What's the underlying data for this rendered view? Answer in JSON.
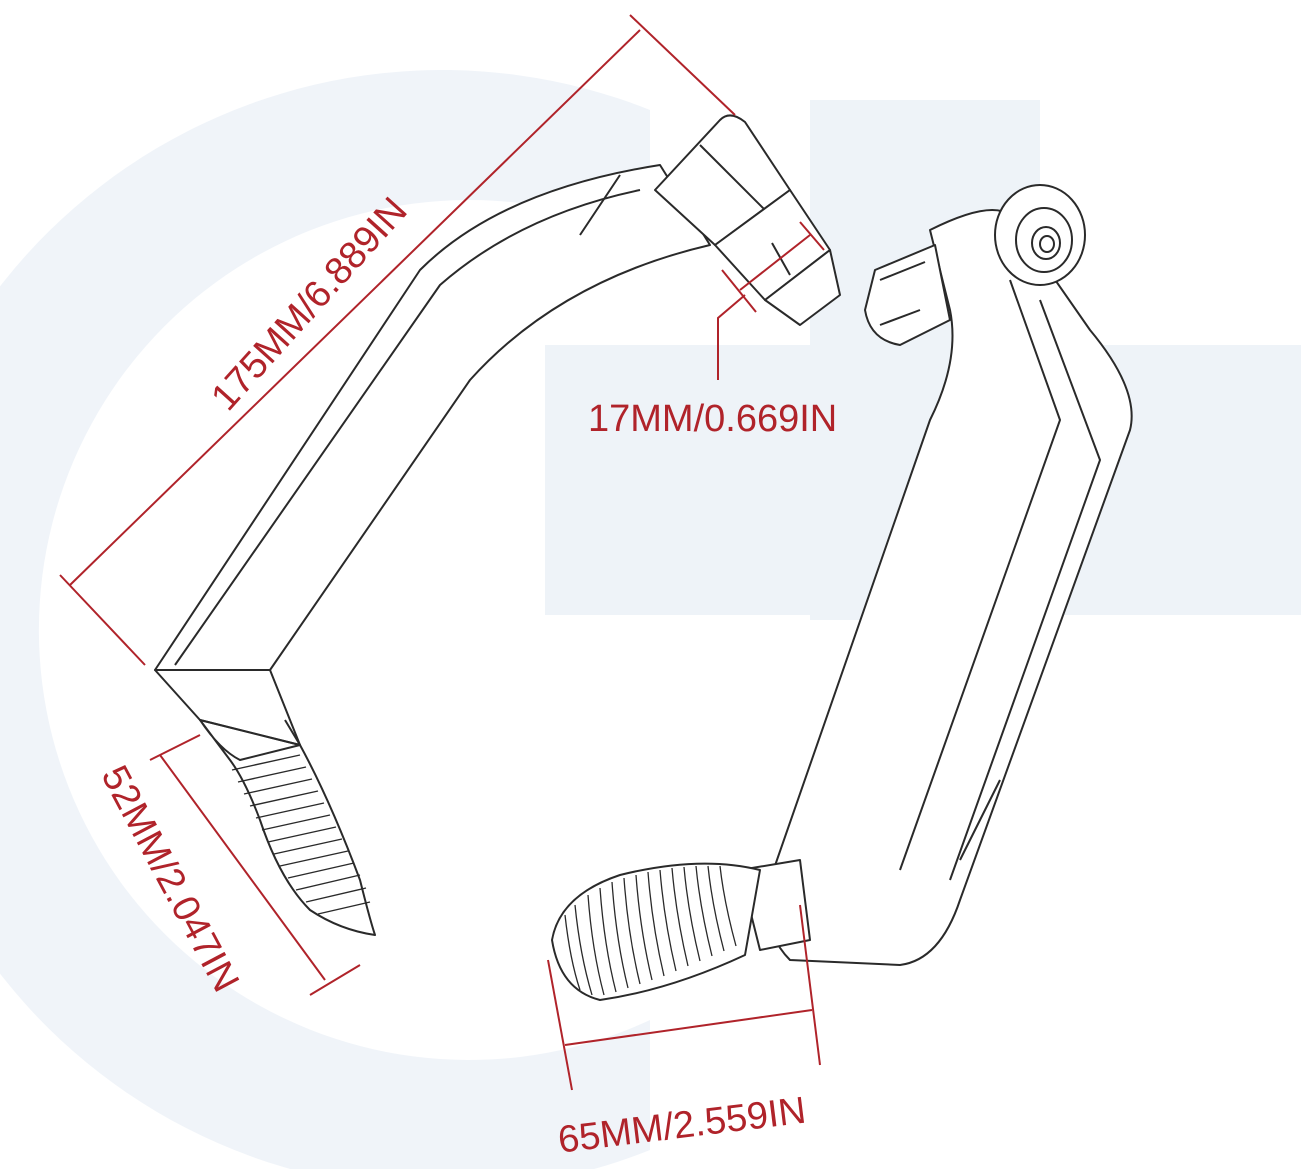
{
  "diagram": {
    "subject": "Motorcycle brake/clutch lever guard dimension drawing",
    "colors": {
      "outline": "#2a2a2a",
      "dimension": "#b0232a",
      "watermark": "#eef3f8",
      "background": "#ffffff"
    },
    "dimensions": {
      "overall_length": "175MM/6.889IN",
      "bar_end_diameter": "17MM/0.669IN",
      "grip_width": "52MM/2.047IN",
      "grip_length": "65MM/2.559IN"
    },
    "parts": [
      {
        "name": "left-lever-guard",
        "view": "side"
      },
      {
        "name": "right-lever-guard",
        "view": "perspective"
      }
    ]
  }
}
